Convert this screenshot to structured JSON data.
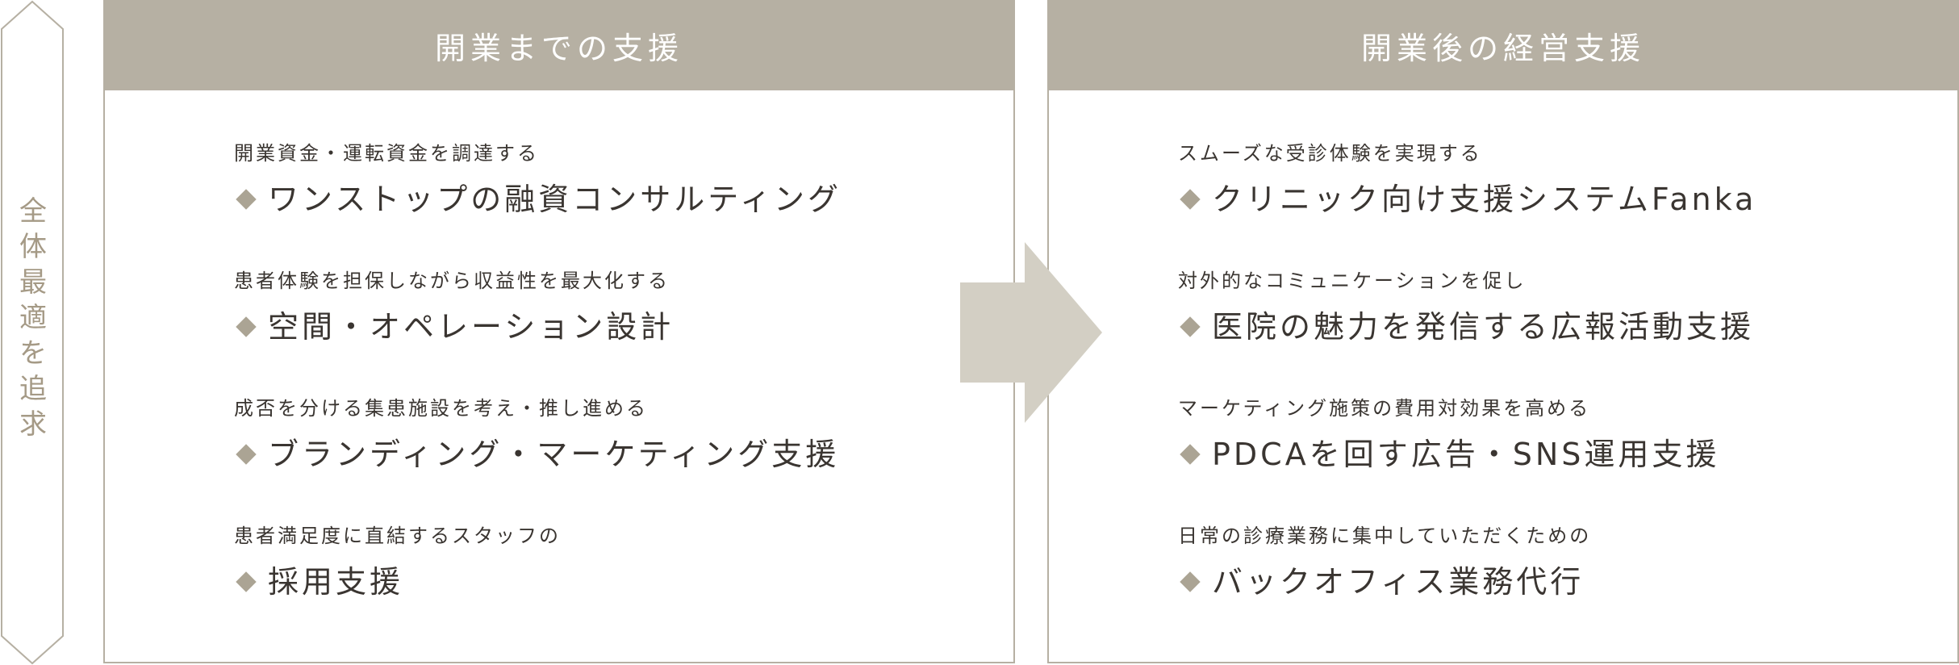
{
  "side_label": [
    "全",
    "体",
    "最",
    "適",
    "を",
    "追",
    "求"
  ],
  "colors": {
    "header_bg": "#b6b0a3",
    "arrow": "#d3cfc4",
    "side_text": "#a59a86",
    "diamond": "#aba494",
    "text": "#3a3531"
  },
  "left_panel": {
    "title": "開業までの支援",
    "items": [
      {
        "sub": "開業資金・運転資金を調達する",
        "title": "ワンストップの融資コンサルティング"
      },
      {
        "sub": "患者体験を担保しながら収益性を最大化する",
        "title": "空間・オペレーション設計"
      },
      {
        "sub": "成否を分ける集患施設を考え・推し進める",
        "title": "ブランディング・マーケティング支援"
      },
      {
        "sub": "患者満足度に直結するスタッフの",
        "title": "採用支援"
      }
    ]
  },
  "right_panel": {
    "title": "開業後の経営支援",
    "items": [
      {
        "sub": "スムーズな受診体験を実現する",
        "title": "クリニック向け支援システムFanka"
      },
      {
        "sub": "対外的なコミュニケーションを促し",
        "title": "医院の魅力を発信する広報活動支援"
      },
      {
        "sub": "マーケティング施策の費用対効果を高める",
        "title": "PDCAを回す広告・SNS運用支援"
      },
      {
        "sub": "日常の診療業務に集中していただくための",
        "title": "バックオフィス業務代行"
      }
    ]
  }
}
